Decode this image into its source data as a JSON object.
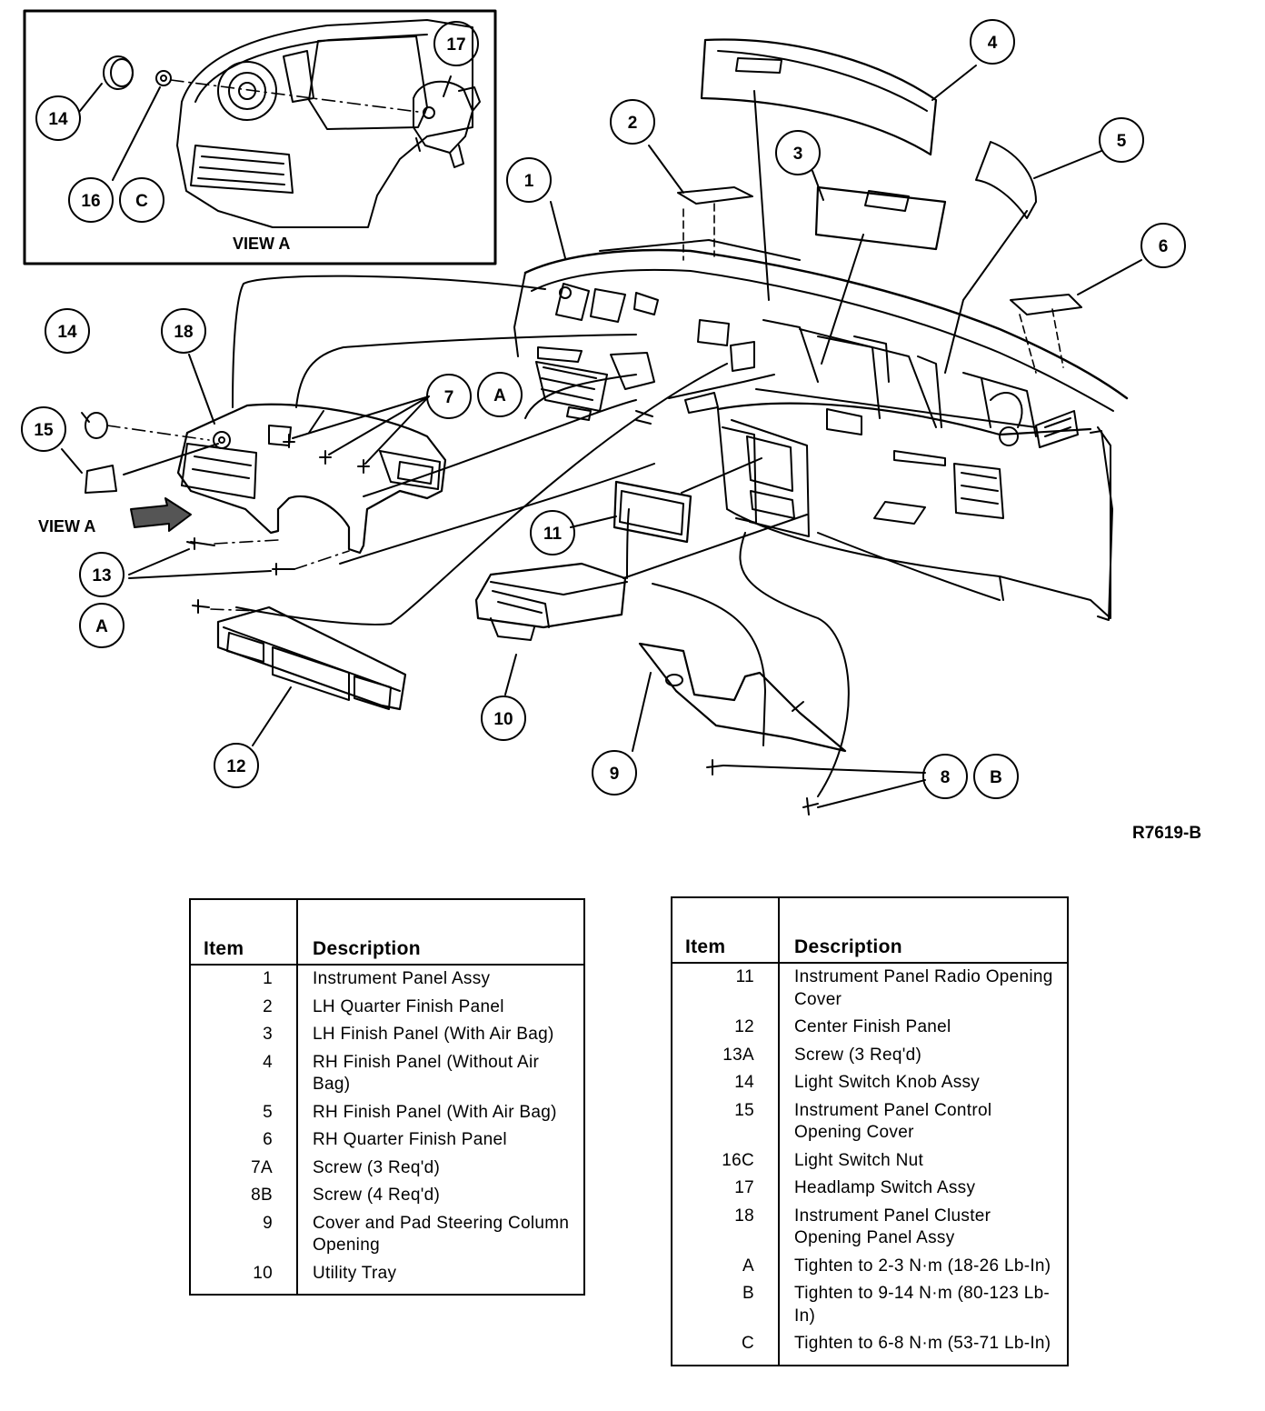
{
  "view_a": {
    "label": "VIEW A"
  },
  "callouts": {
    "c1": "1",
    "c2": "2",
    "c3": "3",
    "c4": "4",
    "c5": "5",
    "c6": "6",
    "c7": "7",
    "c8": "8",
    "c9": "9",
    "c10": "10",
    "c11": "11",
    "c12": "12",
    "c13": "13",
    "c14_inset": "14",
    "c14_main": "14",
    "c15": "15",
    "c16": "16",
    "c17": "17",
    "c18": "18",
    "cA_top": "A",
    "cA_left": "A",
    "cB": "B",
    "cC": "C"
  },
  "view_a_pointer": "VIEW A",
  "reference_code": "R7619-B",
  "legend_left": {
    "headers": {
      "item": "Item",
      "description": "Description"
    },
    "rows": [
      {
        "item": "1",
        "desc": "Instrument Panel Assy"
      },
      {
        "item": "2",
        "desc": "LH Quarter Finish Panel"
      },
      {
        "item": "3",
        "desc": "LH Finish Panel (With Air Bag)"
      },
      {
        "item": "4",
        "desc": "RH Finish Panel (Without Air Bag)"
      },
      {
        "item": "5",
        "desc": "RH Finish Panel (With Air Bag)"
      },
      {
        "item": "6",
        "desc": "RH Quarter Finish Panel"
      },
      {
        "item": "7A",
        "desc": "Screw (3 Req'd)"
      },
      {
        "item": "8B",
        "desc": "Screw (4 Req'd)"
      },
      {
        "item": "9",
        "desc": "Cover and Pad Steering Column Opening"
      },
      {
        "item": "10",
        "desc": "Utility Tray"
      }
    ]
  },
  "legend_right": {
    "headers": {
      "item": "Item",
      "description": "Description"
    },
    "rows": [
      {
        "item": "11",
        "desc": "Instrument Panel Radio Opening Cover"
      },
      {
        "item": "12",
        "desc": "Center Finish Panel"
      },
      {
        "item": "13A",
        "desc": "Screw (3 Req'd)"
      },
      {
        "item": "14",
        "desc": "Light Switch Knob Assy"
      },
      {
        "item": "15",
        "desc": "Instrument Panel Control Opening Cover"
      },
      {
        "item": "16C",
        "desc": "Light Switch Nut"
      },
      {
        "item": "17",
        "desc": "Headlamp Switch Assy"
      },
      {
        "item": "18",
        "desc": "Instrument Panel Cluster Opening Panel Assy"
      },
      {
        "item": "A",
        "desc": "Tighten to 2-3 N·m (18-26 Lb-In)"
      },
      {
        "item": "B",
        "desc": "Tighten to 9-14 N·m (80-123 Lb-In)"
      },
      {
        "item": "C",
        "desc": "Tighten to 6-8 N·m (53-71 Lb-In)"
      }
    ]
  }
}
